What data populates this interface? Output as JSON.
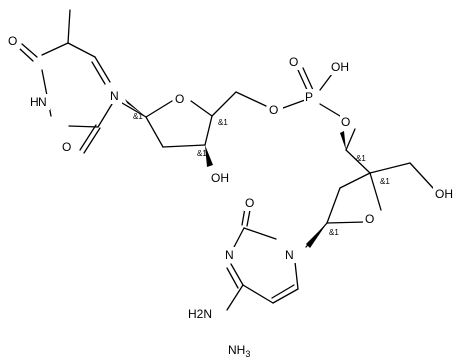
{
  "molecule": {
    "atom_labels": {
      "thymine_o_top": "O",
      "thymine_nh": "H",
      "thymine_n": "N",
      "thymine_o_bottom": "O",
      "thymine_n1": "N",
      "sugar1_ring_o": "O",
      "sugar1_oh": "OH",
      "linker_o": "O",
      "phosphorus": "P",
      "phosphate_o_double": "O",
      "phosphate_oh": "OH",
      "phosphate_o_bridge": "O",
      "sugar2_ring_o": "O",
      "sugar2_oh": "OH",
      "cytosine_o": "O",
      "cytosine_n3": "N",
      "cytosine_n1": "N",
      "cytosine_nh2": "H2N"
    },
    "stereo_labels": {
      "thymine_sugar_c1": "&1",
      "thymine_sugar_c4": "&1",
      "thymine_sugar_c3": "&1",
      "cytosine_sugar_c3": "&1",
      "cytosine_sugar_c4": "&1",
      "cytosine_sugar_c1": "&1"
    },
    "counter_ion": {
      "text": "NH",
      "subscript": "3"
    }
  }
}
